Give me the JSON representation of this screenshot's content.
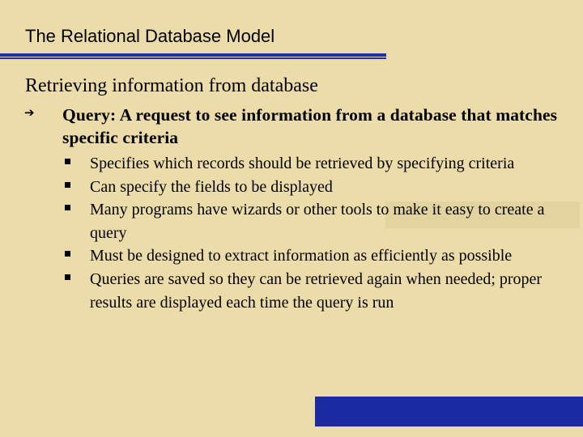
{
  "slide": {
    "title": "The Relational Database Model",
    "subtitle": "Retrieving information from database",
    "main_point": "Query: A request to see information from a database that matches specific criteria",
    "sub_points": [
      "Specifies which records should be retrieved by specifying criteria",
      "Can specify the fields to be displayed",
      "Many programs have wizards or other tools to make it easy to create a query",
      "Must be designed to extract information as efficiently as possible",
      "Queries are saved so they can be retrieved again when needed; proper results are displayed each time the query is run"
    ]
  },
  "colors": {
    "background": "#ecdcaa",
    "accent_blue": "#1a2aa3",
    "text": "#000000"
  },
  "icons": {
    "level1_bullet": "arrow-bullet-icon",
    "level2_bullet": "square-bullet-icon"
  }
}
